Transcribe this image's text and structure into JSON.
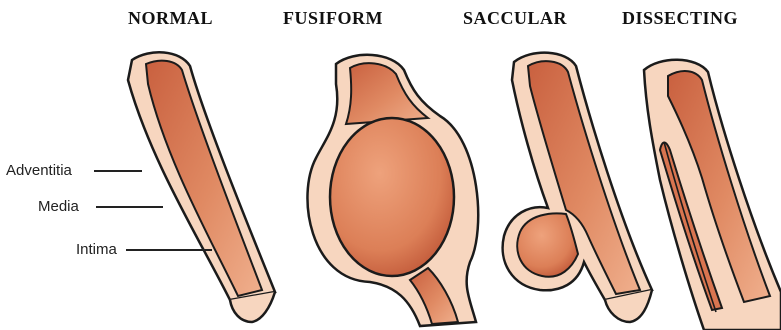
{
  "titles": {
    "normal": "NORMAL",
    "fusiform": "FUSIFORM",
    "saccular": "SACCULAR",
    "dissecting": "DISSECTING"
  },
  "layer_labels": {
    "adventitia": "Adventitia",
    "media": "Media",
    "intima": "Intima"
  },
  "colors": {
    "outer_wall": "#f7d6bf",
    "lumen": "#e08a63",
    "lumen_dark": "#c9603f",
    "outline": "#1b1b1b"
  }
}
